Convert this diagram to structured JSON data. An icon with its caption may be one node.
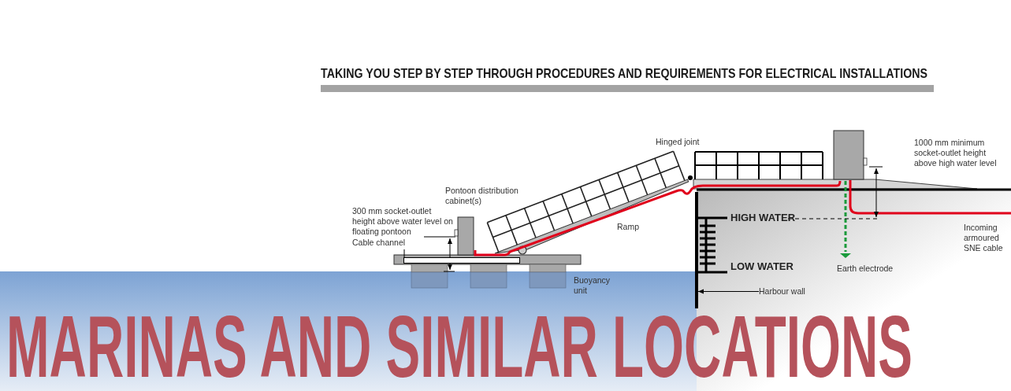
{
  "diagram": {
    "title": "MARINAS AND SIMILAR LOCATIONS",
    "caption": "TAKING YOU STEP BY STEP THROUGH PROCEDURES AND REQUIREMENTS FOR ELECTRICAL INSTALLATIONS",
    "nodes": [
      {
        "text": [
          "Cable channel"
        ]
      },
      {
        "text": [],
        "shape": "bar"
      },
      {
        "text": [
          "Harbour wall"
        ]
      },
      {
        "text": [],
        "shape": "bar"
      }
    ],
    "edges": [
      {
        "from": 0,
        "to": 1,
        "arrow": "none"
      },
      {
        "from": 2,
        "to": 3,
        "arrow": "to"
      }
    ],
    "labels": [
      "Hinged joint",
      "1000 mm minimum socket-outlet height above high water level",
      "Pontoon distribution cabinet(s)",
      "300 mm socket-outlet height above water level on floating pontoon",
      "Ramp",
      "HIGH WATER",
      "Incoming armoured SNE cable",
      "LOW WATER",
      "Earth electrode",
      "Buoyancy unit"
    ]
  }
}
